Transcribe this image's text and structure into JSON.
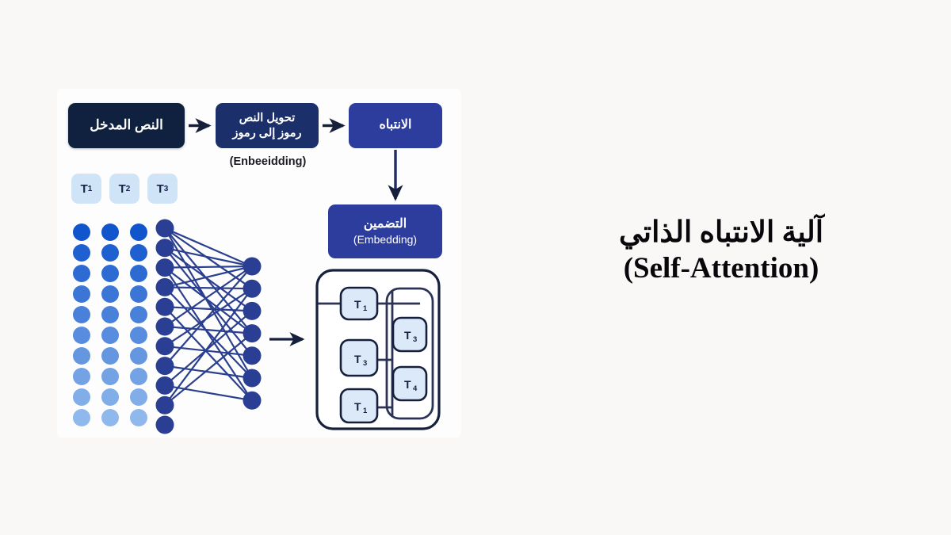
{
  "background_color": "#faf8f6",
  "flow": {
    "boxes": [
      {
        "id": "input",
        "ar": "النص المدخل",
        "en": "",
        "color": "#10203f"
      },
      {
        "id": "tokenize",
        "ar": "تحويل النص رموز إلى رموز",
        "en": "",
        "color": "#1b2f6b"
      },
      {
        "id": "attention",
        "ar": "الانتباه",
        "en": "",
        "color": "#2c3d9e"
      },
      {
        "id": "embedding",
        "ar": "التضمين",
        "en": "(Embedding)",
        "color": "#2c3d9e"
      }
    ],
    "box_input_ar": "النص المدخل",
    "box_tokenize_line1": "تحويل النص",
    "box_tokenize_line2": "رموز إلى رموز",
    "box_tokenize_caption": "(Enbeeidding)",
    "box_attention_ar": "الانتباه",
    "box_embedding_ar": "التضمين",
    "box_embedding_en": "(Embedding)"
  },
  "tokens": {
    "chips": [
      {
        "label": "T",
        "index": "1"
      },
      {
        "label": "T",
        "index": "2"
      },
      {
        "label": "T",
        "index": "3"
      }
    ],
    "chip_color": "#cfe4f7",
    "chip_text_color": "#17214a"
  },
  "dot_grid": {
    "columns": 3,
    "rows": 10,
    "color_top": "#1155cc",
    "color_bottom": "#8fb8ec",
    "dot_diameter": 22,
    "col_gap": 36,
    "row_gap": 26
  },
  "neural_net": {
    "hidden_layer_nodes": 11,
    "output_layer_nodes": 7,
    "node_color": "#2a3f93",
    "edge_color": "#2b3f8f",
    "edge_count": 22
  },
  "attention_module": {
    "outer_border_color": "#16203c",
    "chip_fill": "#dce9f8",
    "chip_border": "#16203c",
    "left_chips": [
      {
        "label": "T",
        "index": "1"
      },
      {
        "label": "T",
        "index": "3"
      },
      {
        "label": "T",
        "index": "1"
      }
    ],
    "right_chips": [
      {
        "label": "T",
        "index": "3"
      },
      {
        "label": "T",
        "index": "4"
      }
    ]
  },
  "title": {
    "arabic": "آلية الانتباه الذاتي",
    "english": "(Self-Attention)",
    "color": "#08080c"
  },
  "icons": {
    "arrow_right": "arrow-right-icon",
    "arrow_down": "arrow-down-icon"
  }
}
